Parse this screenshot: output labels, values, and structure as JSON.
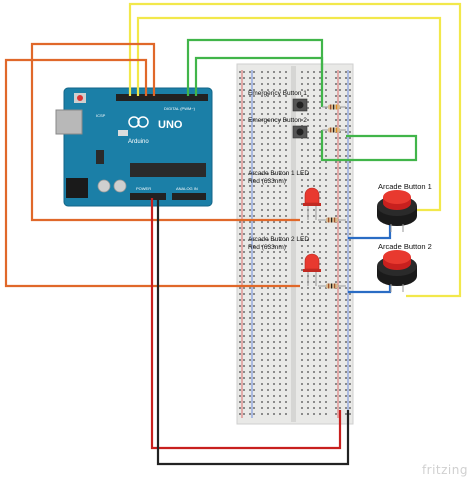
{
  "diagram": {
    "watermark": "fritzing",
    "labels": {
      "emergency_button_1": "Emergency Button 1",
      "emergency_button_2": "Emergency Button 2",
      "arcade_button_1_led": "Arcade Button 1 LED",
      "arcade_button_1_led_spec": "Red (633nm)",
      "arcade_button_2_led": "Arcade Button 2 LED",
      "arcade_button_2_led_spec": "Red (633nm)",
      "arcade_button_1": "Arcade Button 1",
      "arcade_button_2": "Arcade Button 2"
    },
    "board": {
      "brand": "Arduino",
      "model": "UNO",
      "tag_icsp": "ICSP",
      "tag_digital": "DIGITAL (PWM~)",
      "tag_analog": "ANALOG IN",
      "tag_power": "POWER"
    },
    "wire_colors": {
      "yellow": "#f2e84b",
      "green": "#41b54a",
      "orange": "#e0682a",
      "red": "#c8201e",
      "black": "#222222",
      "blue": "#2a6cc4"
    }
  }
}
